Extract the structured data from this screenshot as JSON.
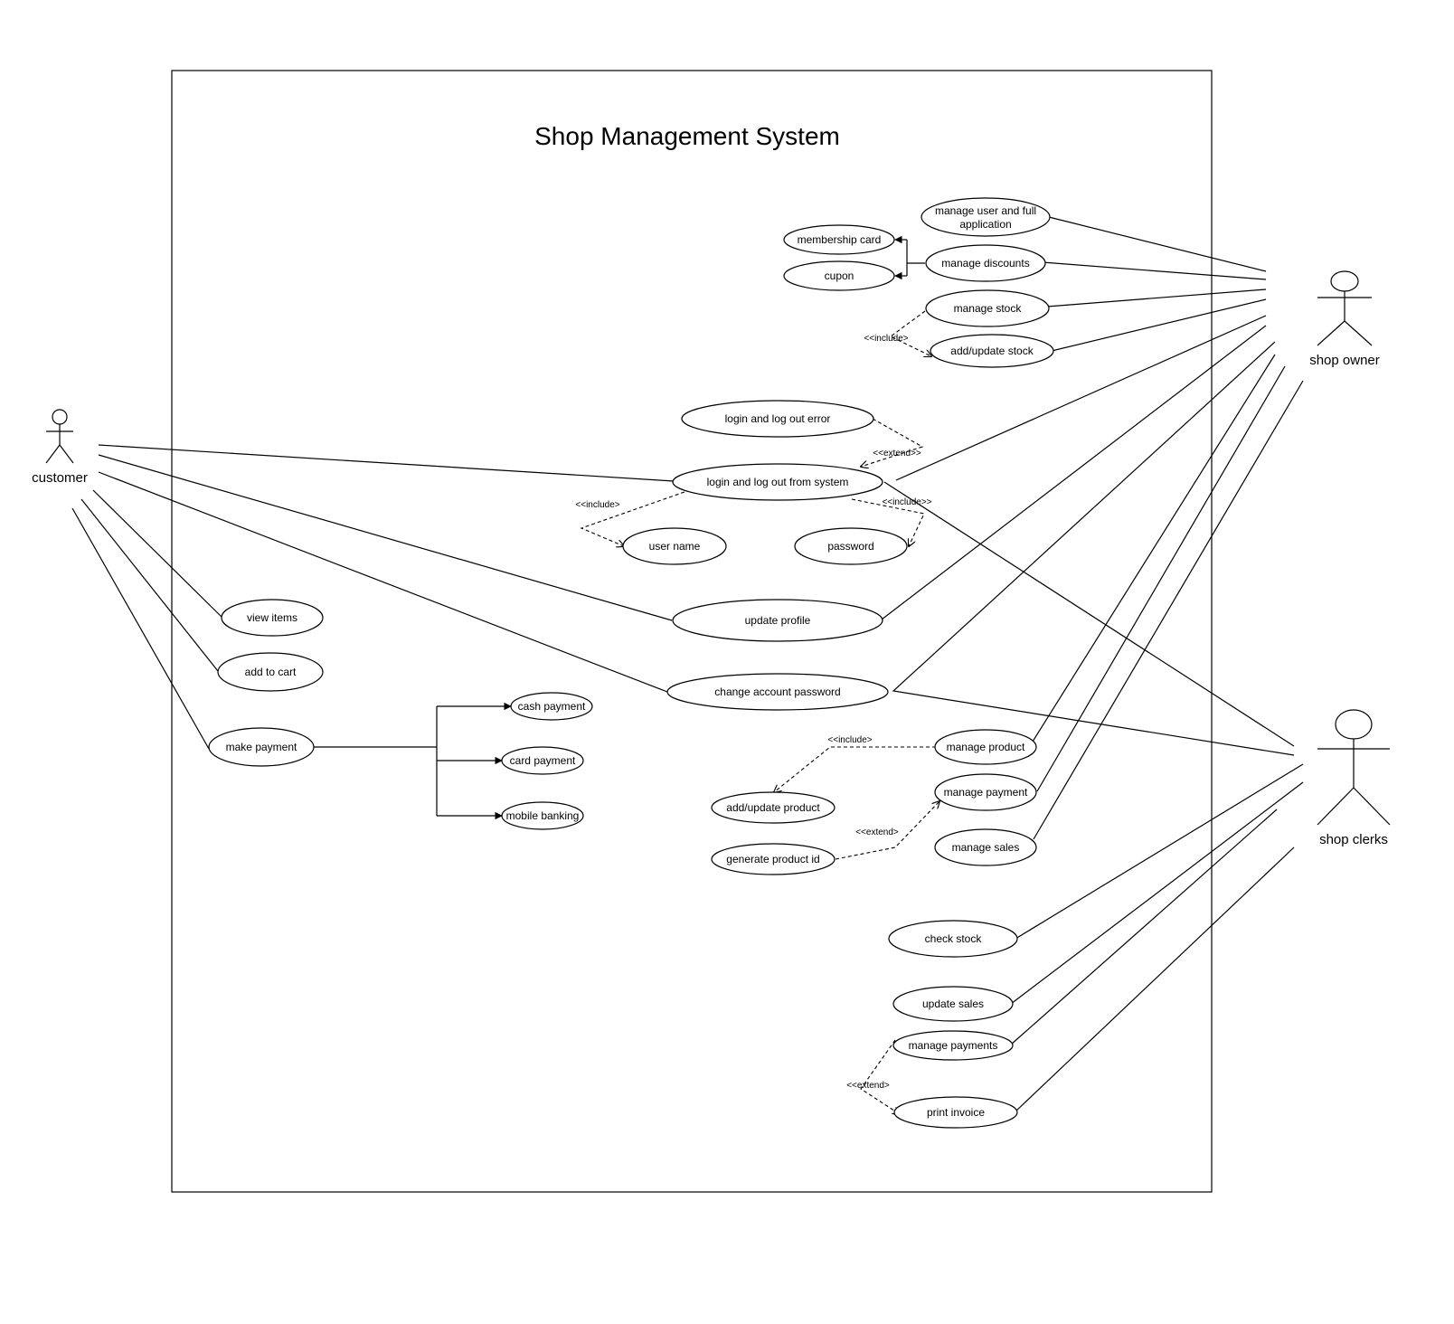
{
  "title": "Shop Management System",
  "actors": {
    "customer": "customer",
    "shop_owner": "shop owner",
    "shop_clerks": "shop clerks"
  },
  "use_cases": {
    "manage_user": [
      "manage user and full",
      "application"
    ],
    "membership_card": "membership card",
    "cupon": "cupon",
    "manage_discounts": "manage discounts",
    "manage_stock": "manage stock",
    "add_update_stock": "add/update stock",
    "login_error": "login and log out error",
    "login_system": "login and log out from system",
    "user_name": "user name",
    "password": "password",
    "update_profile": "update profile",
    "change_password": "change account password",
    "view_items": "view items",
    "add_to_cart": "add to cart",
    "make_payment": "make payment",
    "cash_payment": "cash payment",
    "card_payment": "card payment",
    "mobile_banking": "mobile banking",
    "manage_product": "manage product",
    "add_update_product": "add/update product",
    "manage_payment": "manage payment",
    "generate_product_id": "generate product id",
    "manage_sales": "manage sales",
    "check_stock": "check stock",
    "update_sales": "update sales",
    "manage_payments": "manage payments",
    "print_invoice": "print invoice"
  },
  "stereotypes": {
    "include_stock": "<<include>",
    "extend_login": "<<extend>>",
    "include_user": "<<include>",
    "include_password": "<<include>>",
    "include_product": "<<include>",
    "extend_product_id": "<<extend>",
    "extend_invoice": "<<extend>"
  }
}
